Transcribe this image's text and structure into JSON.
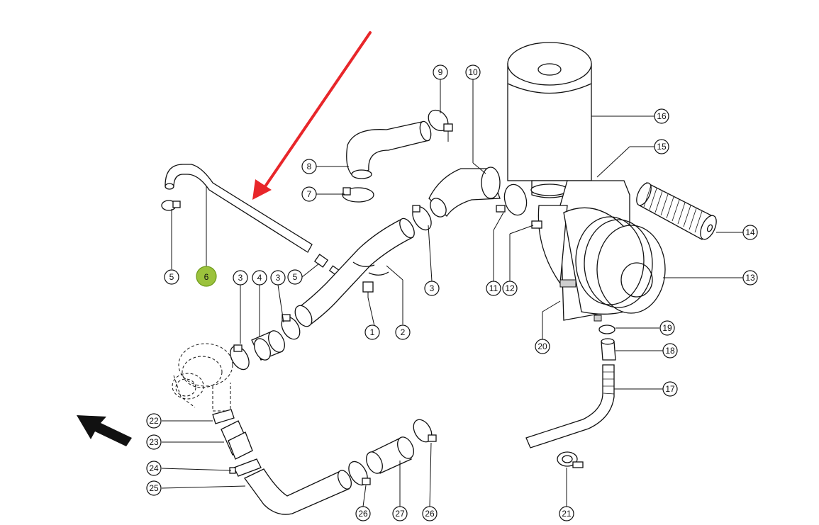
{
  "diagram": {
    "callouts": [
      {
        "label": "1",
        "highlighted": false
      },
      {
        "label": "2",
        "highlighted": false
      },
      {
        "label": "3",
        "highlighted": false
      },
      {
        "label": "3",
        "highlighted": false
      },
      {
        "label": "3",
        "highlighted": false
      },
      {
        "label": "4",
        "highlighted": false
      },
      {
        "label": "5",
        "highlighted": false
      },
      {
        "label": "5",
        "highlighted": false
      },
      {
        "label": "6",
        "highlighted": true
      },
      {
        "label": "7",
        "highlighted": false
      },
      {
        "label": "8",
        "highlighted": false
      },
      {
        "label": "9",
        "highlighted": false
      },
      {
        "label": "10",
        "highlighted": false
      },
      {
        "label": "11",
        "highlighted": false
      },
      {
        "label": "12",
        "highlighted": false
      },
      {
        "label": "13",
        "highlighted": false
      },
      {
        "label": "14",
        "highlighted": false
      },
      {
        "label": "15",
        "highlighted": false
      },
      {
        "label": "16",
        "highlighted": false
      },
      {
        "label": "17",
        "highlighted": false
      },
      {
        "label": "18",
        "highlighted": false
      },
      {
        "label": "19",
        "highlighted": false
      },
      {
        "label": "20",
        "highlighted": false
      },
      {
        "label": "21",
        "highlighted": false
      },
      {
        "label": "22",
        "highlighted": false
      },
      {
        "label": "23",
        "highlighted": false
      },
      {
        "label": "24",
        "highlighted": false
      },
      {
        "label": "25",
        "highlighted": false
      },
      {
        "label": "26",
        "highlighted": false
      },
      {
        "label": "26",
        "highlighted": false
      },
      {
        "label": "27",
        "highlighted": false
      }
    ],
    "pointer_arrow_color": "#e8262a",
    "highlight_color": "#9bc23c",
    "flow_arrow_color": "#111111"
  }
}
